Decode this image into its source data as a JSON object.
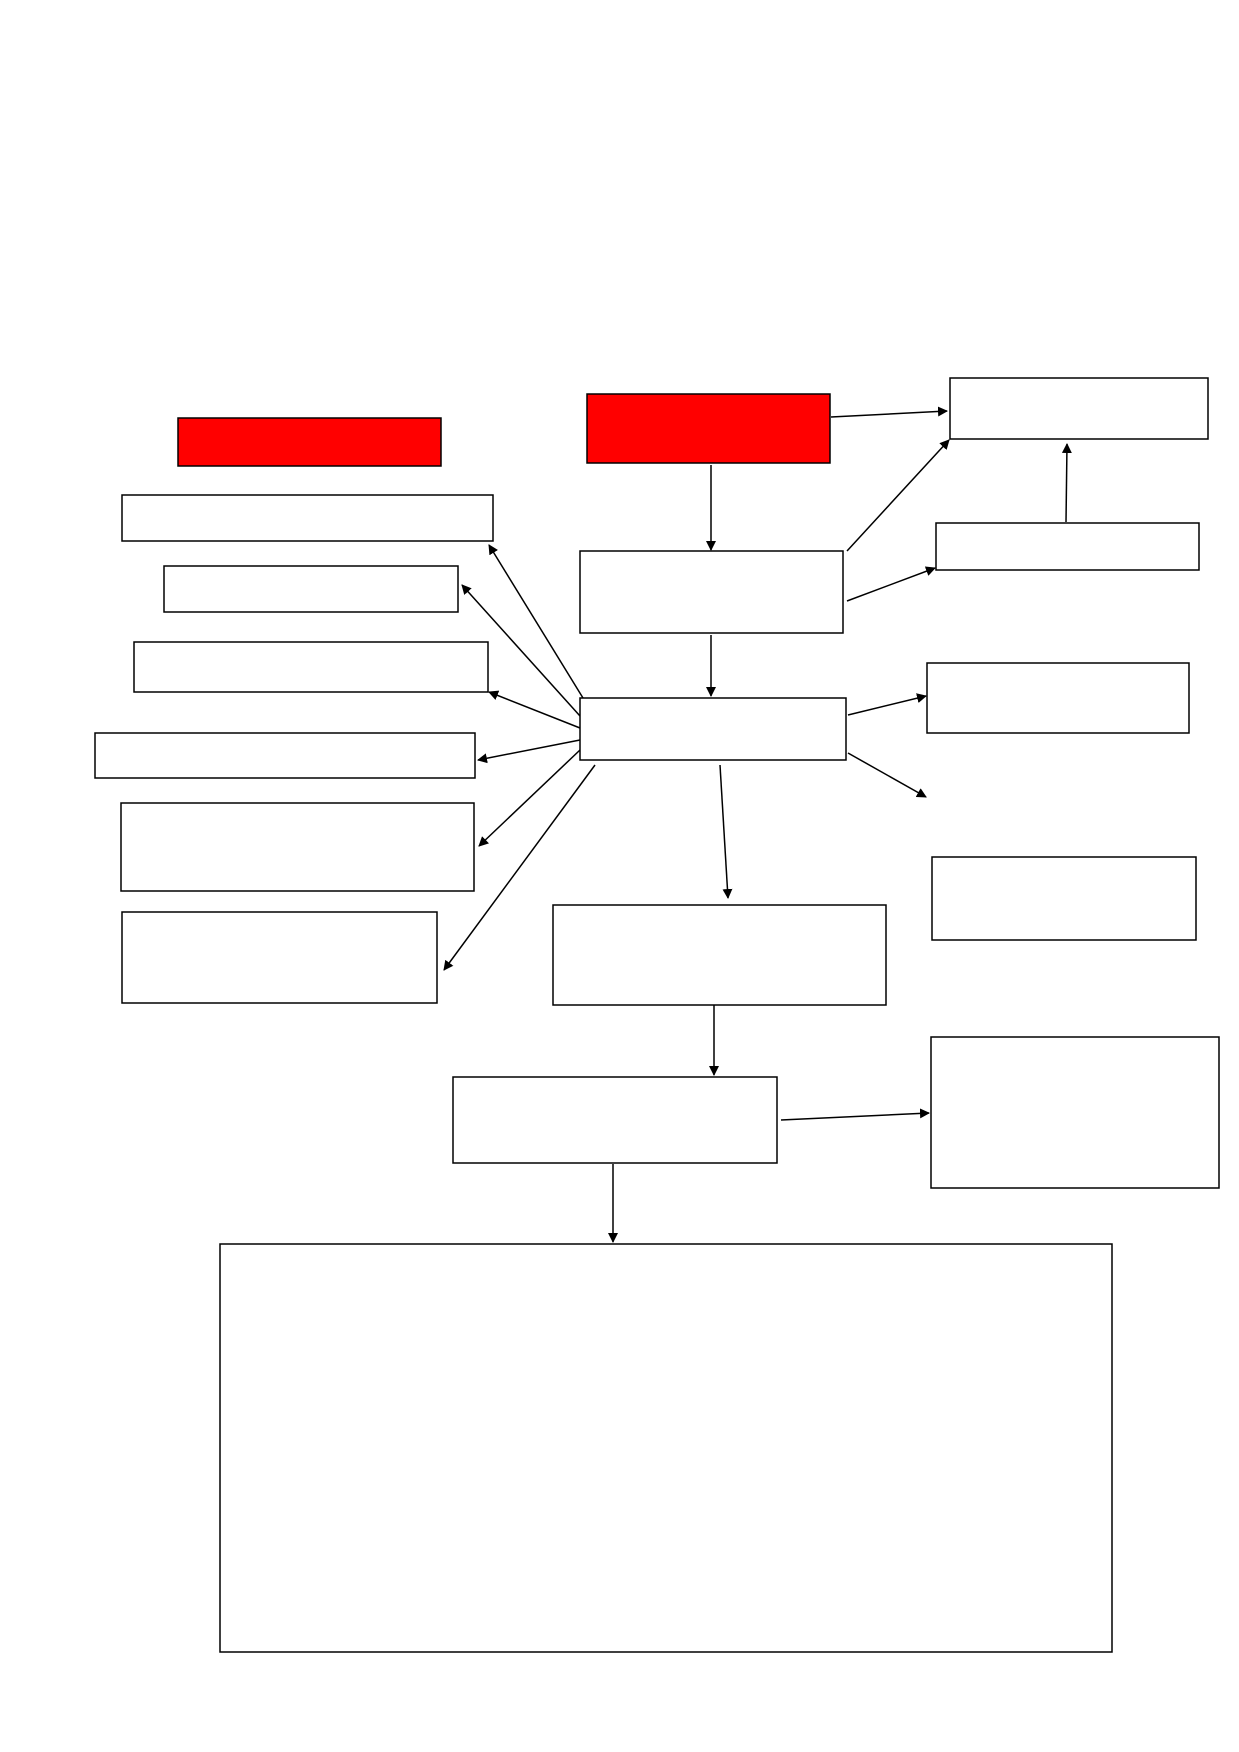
{
  "diagram": {
    "colors": {
      "highlight_fill": "#ff0000",
      "default_fill": "#ffffff",
      "stroke": "#000000"
    },
    "nodes": [
      {
        "id": "red-left",
        "fill": "highlight",
        "label": ""
      },
      {
        "id": "red-center",
        "fill": "highlight",
        "label": ""
      },
      {
        "id": "top-right",
        "fill": "default",
        "label": ""
      },
      {
        "id": "right-2",
        "fill": "default",
        "label": ""
      },
      {
        "id": "center-1",
        "fill": "default",
        "label": ""
      },
      {
        "id": "center-hub",
        "fill": "default",
        "label": ""
      },
      {
        "id": "left-1",
        "fill": "default",
        "label": ""
      },
      {
        "id": "left-2",
        "fill": "default",
        "label": ""
      },
      {
        "id": "left-3",
        "fill": "default",
        "label": ""
      },
      {
        "id": "left-4",
        "fill": "default",
        "label": ""
      },
      {
        "id": "left-5",
        "fill": "default",
        "label": ""
      },
      {
        "id": "left-6",
        "fill": "default",
        "label": ""
      },
      {
        "id": "right-3",
        "fill": "default",
        "label": ""
      },
      {
        "id": "right-4",
        "fill": "default",
        "label": ""
      },
      {
        "id": "center-lower",
        "fill": "default",
        "label": ""
      },
      {
        "id": "center-lower-2",
        "fill": "default",
        "label": ""
      },
      {
        "id": "right-5",
        "fill": "default",
        "label": ""
      },
      {
        "id": "bottom-large",
        "fill": "default",
        "label": ""
      }
    ],
    "edges": [
      {
        "from": "red-center",
        "to": "top-right"
      },
      {
        "from": "red-center",
        "to": "center-1"
      },
      {
        "from": "center-1",
        "to": "top-right"
      },
      {
        "from": "center-1",
        "to": "right-2"
      },
      {
        "from": "right-2",
        "to": "top-right"
      },
      {
        "from": "center-1",
        "to": "center-hub"
      },
      {
        "from": "center-hub",
        "to": "left-1"
      },
      {
        "from": "center-hub",
        "to": "left-2"
      },
      {
        "from": "center-hub",
        "to": "left-3"
      },
      {
        "from": "center-hub",
        "to": "left-4"
      },
      {
        "from": "center-hub",
        "to": "left-5"
      },
      {
        "from": "center-hub",
        "to": "left-6"
      },
      {
        "from": "center-hub",
        "to": "right-3"
      },
      {
        "from": "center-hub",
        "to": "unlabeled-right"
      },
      {
        "from": "center-hub",
        "to": "center-lower"
      },
      {
        "from": "center-lower",
        "to": "center-lower-2"
      },
      {
        "from": "center-lower-2",
        "to": "right-5"
      },
      {
        "from": "center-lower-2",
        "to": "bottom-large"
      }
    ]
  }
}
